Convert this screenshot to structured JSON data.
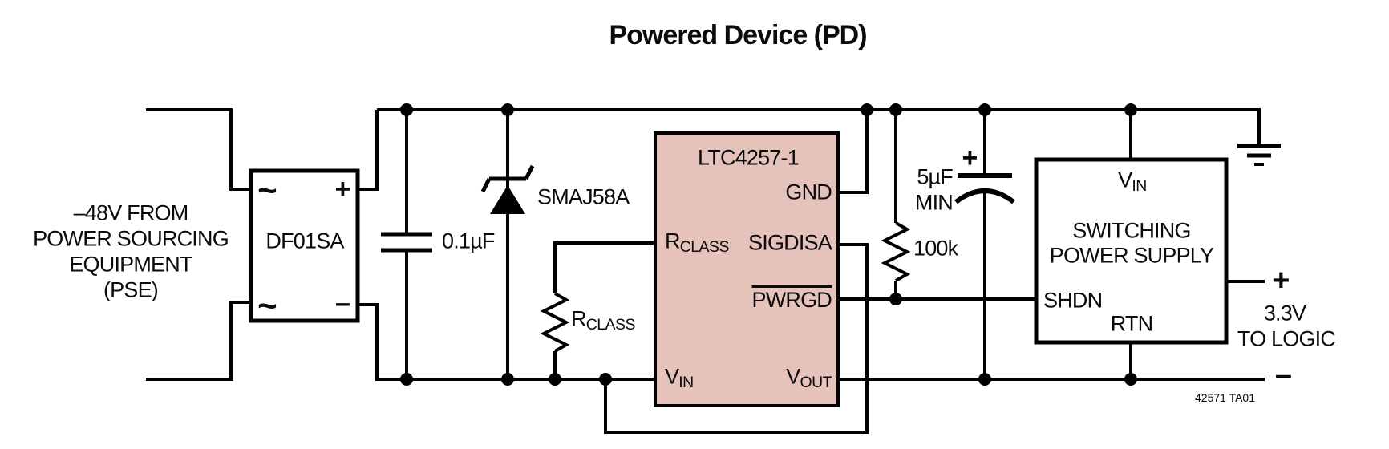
{
  "title": "Powered Device (PD)",
  "colors": {
    "wire": "#000000",
    "ic_fill": "#e5c2ba",
    "box_fill": "#ffffff"
  },
  "pse_label": {
    "line1": "–48V FROM",
    "line2": "POWER SOURCING",
    "line3": "EQUIPMENT",
    "line4": "(PSE)"
  },
  "bridge": {
    "name": "DF01SA",
    "ac_top": "~",
    "ac_bottom": "~",
    "plus": "+",
    "minus": "–"
  },
  "parts": {
    "input_cap": "0.1µF",
    "tvs_diode": "SMAJ58A",
    "class_resistor": {
      "main": "R",
      "sub": "CLASS"
    },
    "bulk_cap_value": "5µF",
    "bulk_cap_note": "MIN",
    "bulk_cap_plus": "+",
    "pullup_resistor": "100k"
  },
  "ic": {
    "name": "LTC4257-1",
    "pin_gnd": "GND",
    "pin_sigdisa": "SIGDISA",
    "pin_pwrgd": "PWRGD",
    "pin_rclass": {
      "main": "R",
      "sub": "CLASS"
    },
    "pin_vin": {
      "main": "V",
      "sub": "IN"
    },
    "pin_vout": {
      "main": "V",
      "sub": "OUT"
    }
  },
  "supply": {
    "line1": "SWITCHING",
    "line2": "POWER SUPPLY",
    "pin_vin": {
      "main": "V",
      "sub": "IN"
    },
    "pin_shdn": "SHDN",
    "pin_rtn": "RTN"
  },
  "output": {
    "plus": "+",
    "voltage": "3.3V",
    "dest": "TO LOGIC",
    "minus": "–"
  },
  "footnote": "42571 TA01"
}
